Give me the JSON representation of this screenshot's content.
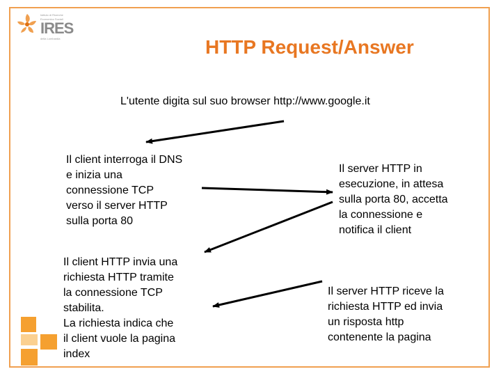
{
  "logo": {
    "line1": "Istituto di Ricerche",
    "line2": "Economico Sociali",
    "name": "IRES",
    "line3": "della Lombardia",
    "accent_color": "#f0a050"
  },
  "title": "HTTP Request/Answer",
  "subtitle": "L'utente digita sul suo browser http://www.google.it",
  "steps": {
    "client_dns": "Il client interroga il DNS\ne inizia una\nconnessione TCP\nverso il server HTTP\nsulla porta 80",
    "server_accept": "Il server HTTP in\nesecuzione, in attesa\nsulla porta 80, accetta\nla connessione e\nnotifica il client",
    "client_request": "Il client HTTP invia una\nrichiesta HTTP tramite\nla connessione TCP\nstabilita.\nLa richiesta indica che\nil client vuole la pagina\nindex",
    "server_response": "Il server HTTP riceve la\nrichiesta HTTP ed invia\nun risposta  http\ncontenente la pagina"
  },
  "colors": {
    "title": "#e87722",
    "frame": "#f0a050",
    "decoration": "#f5a030"
  }
}
